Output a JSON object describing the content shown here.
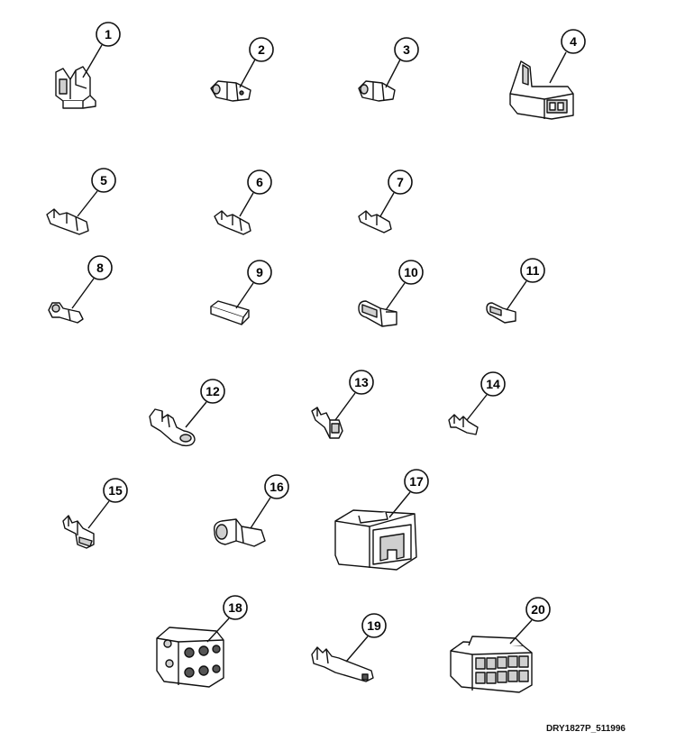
{
  "diagram": {
    "code": "DRY1827P_511996",
    "parts": [
      {
        "number": "1",
        "icon": "clip-terminal-icon"
      },
      {
        "number": "2",
        "icon": "flag-terminal-icon"
      },
      {
        "number": "3",
        "icon": "flag-terminal-icon"
      },
      {
        "number": "4",
        "icon": "connector-housing-icon"
      },
      {
        "number": "5",
        "icon": "quick-disconnect-terminal-icon"
      },
      {
        "number": "6",
        "icon": "quick-disconnect-terminal-icon"
      },
      {
        "number": "7",
        "icon": "quick-disconnect-terminal-icon"
      },
      {
        "number": "8",
        "icon": "hook-terminal-icon"
      },
      {
        "number": "9",
        "icon": "terminal-insulator-icon"
      },
      {
        "number": "10",
        "icon": "insulated-terminal-icon"
      },
      {
        "number": "11",
        "icon": "insulated-terminal-icon"
      },
      {
        "number": "12",
        "icon": "ring-terminal-icon"
      },
      {
        "number": "13",
        "icon": "pin-terminal-icon"
      },
      {
        "number": "14",
        "icon": "pin-terminal-icon"
      },
      {
        "number": "15",
        "icon": "female-terminal-icon"
      },
      {
        "number": "16",
        "icon": "flag-insulator-icon"
      },
      {
        "number": "17",
        "icon": "two-pole-housing-icon"
      },
      {
        "number": "18",
        "icon": "six-pin-housing-icon"
      },
      {
        "number": "19",
        "icon": "crimp-pin-icon"
      },
      {
        "number": "20",
        "icon": "ten-pin-housing-icon"
      }
    ]
  }
}
